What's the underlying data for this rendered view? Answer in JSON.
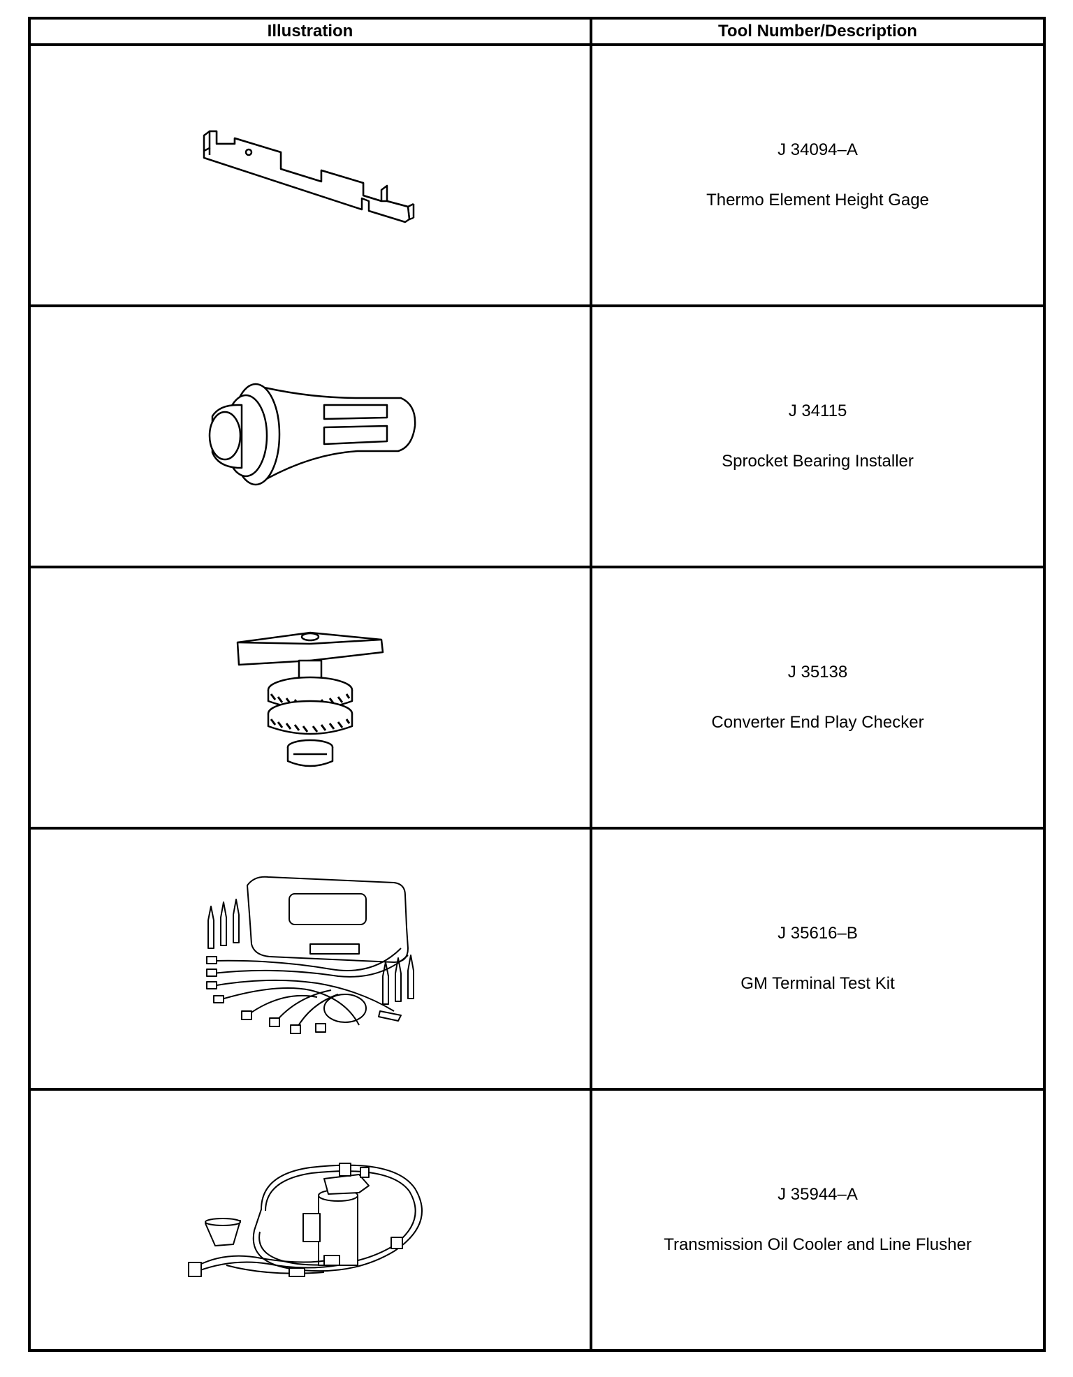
{
  "table": {
    "headers": [
      "Illustration",
      "Tool Number/Description"
    ],
    "rows": [
      {
        "number": "J 34094–A",
        "description": "Thermo Element Height Gage",
        "icon": "height-gage-icon"
      },
      {
        "number": "J 34115",
        "description": "Sprocket Bearing Installer",
        "icon": "bearing-installer-icon"
      },
      {
        "number": "J 35138",
        "description": "Converter End Play Checker",
        "icon": "end-play-checker-icon"
      },
      {
        "number": "J 35616–B",
        "description": "GM Terminal Test Kit",
        "icon": "terminal-test-kit-icon"
      },
      {
        "number": "J 35944–A",
        "description": "Transmission Oil Cooler and Line Flusher",
        "icon": "oil-cooler-flusher-icon"
      }
    ]
  }
}
